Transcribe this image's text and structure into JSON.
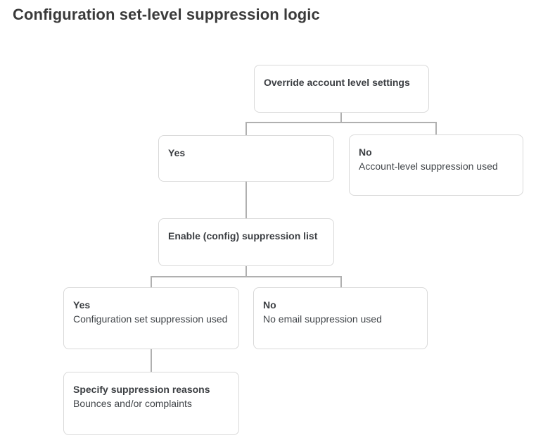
{
  "page": {
    "title": "Configuration set-level suppression logic"
  },
  "diagram": {
    "type": "flowchart",
    "nodes": {
      "override": {
        "title": "Override account level settings"
      },
      "yes1": {
        "title": "Yes"
      },
      "no1": {
        "title": "No",
        "subtitle": "Account-level suppression used"
      },
      "enable": {
        "title": "Enable (config) suppression list"
      },
      "yes2": {
        "title": "Yes",
        "subtitle": "Configuration set suppression used"
      },
      "no2": {
        "title": "No",
        "subtitle": "No email suppression used"
      },
      "specify": {
        "title": "Specify suppression reasons",
        "subtitle": "Bounces and/or complaints"
      }
    },
    "edges": [
      {
        "from": "override",
        "to": "yes1"
      },
      {
        "from": "override",
        "to": "no1"
      },
      {
        "from": "yes1",
        "to": "enable"
      },
      {
        "from": "enable",
        "to": "yes2"
      },
      {
        "from": "enable",
        "to": "no2"
      },
      {
        "from": "yes2",
        "to": "specify"
      }
    ],
    "colors": {
      "node_border": "#d9d9d9",
      "connector": "#b0b0b0",
      "title_text": "#3a3a3a",
      "node_text": "#3b3e42",
      "background": "#ffffff"
    }
  }
}
